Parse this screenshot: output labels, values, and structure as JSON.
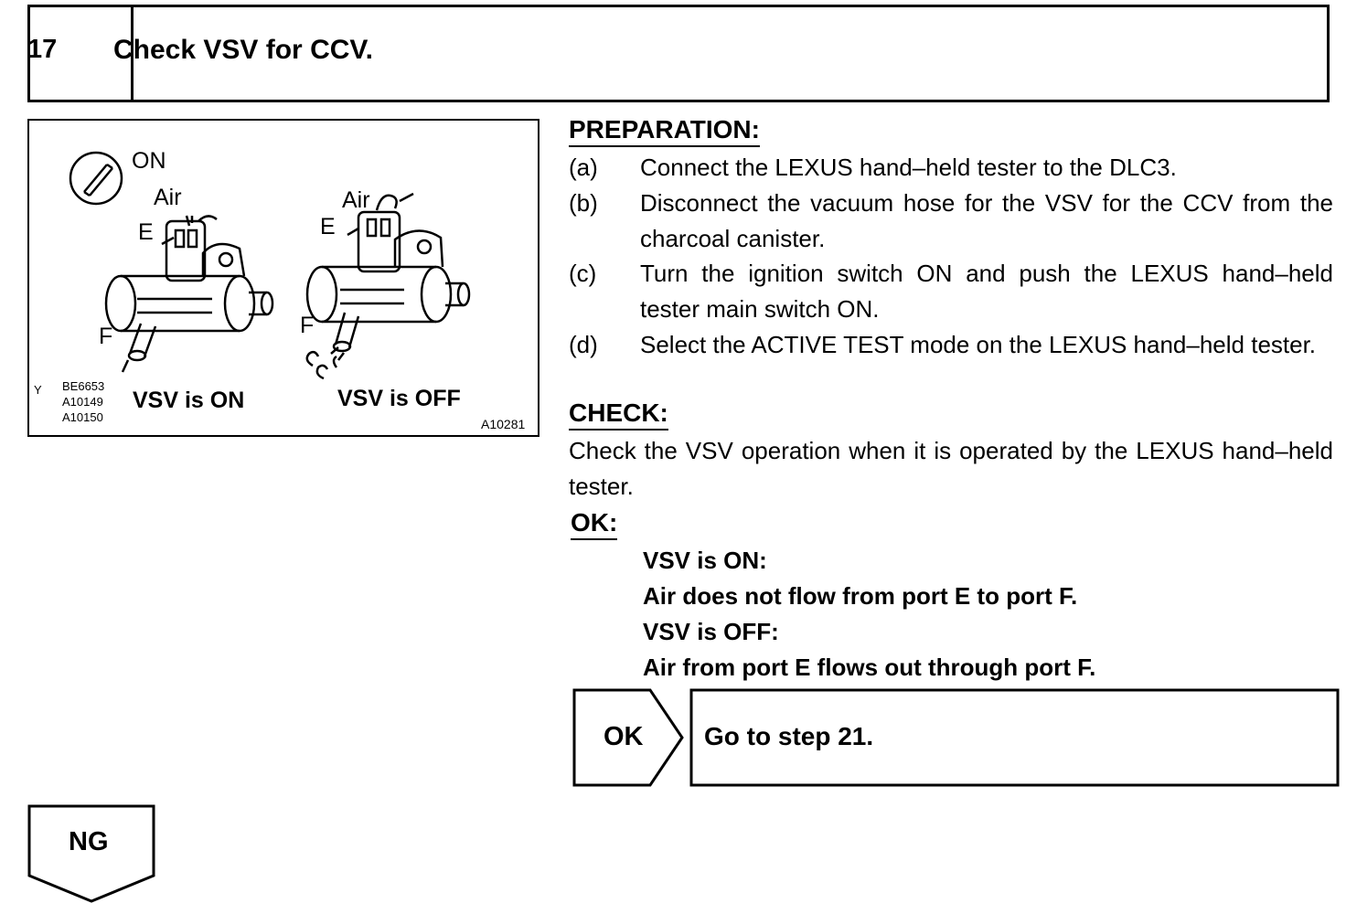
{
  "header": {
    "step_number": "17",
    "title": "Check VSV for CCV."
  },
  "figure": {
    "ignition_label": "ON",
    "left": {
      "air_label": "Air",
      "port_e_label": "E",
      "port_f_label": "F",
      "caption": "VSV is ON"
    },
    "right": {
      "air_label": "Air",
      "port_e_label": "E",
      "port_f_label": "F",
      "caption": "VSV is OFF"
    },
    "ref_codes": [
      "BE6653",
      "A10149",
      "A10150"
    ],
    "ref_marker": "Y",
    "figure_id": "A10281"
  },
  "preparation": {
    "heading": "PREPARATION:",
    "steps": [
      {
        "letter": "(a)",
        "text": "Connect the LEXUS hand–held tester to the DLC3."
      },
      {
        "letter": "(b)",
        "text": "Disconnect the vacuum hose for the VSV for the CCV from the charcoal canister."
      },
      {
        "letter": "(c)",
        "text": "Turn the ignition switch ON and push the LEXUS hand–held tester main switch ON."
      },
      {
        "letter": "(d)",
        "text": "Select the ACTIVE TEST mode on the LEXUS hand–held tester."
      }
    ]
  },
  "check": {
    "heading": "CHECK:",
    "text": "Check the VSV operation when it is operated by the LEXUS hand–held tester."
  },
  "ok_spec": {
    "heading": "OK:",
    "lines": [
      "VSV is ON:",
      "Air does not flow from port E to port F.",
      "VSV is OFF:",
      "Air from port E flows out through port F."
    ]
  },
  "ok_branch": {
    "label": "OK",
    "action": "Go to step 21."
  },
  "ng_branch": {
    "label": "NG"
  }
}
